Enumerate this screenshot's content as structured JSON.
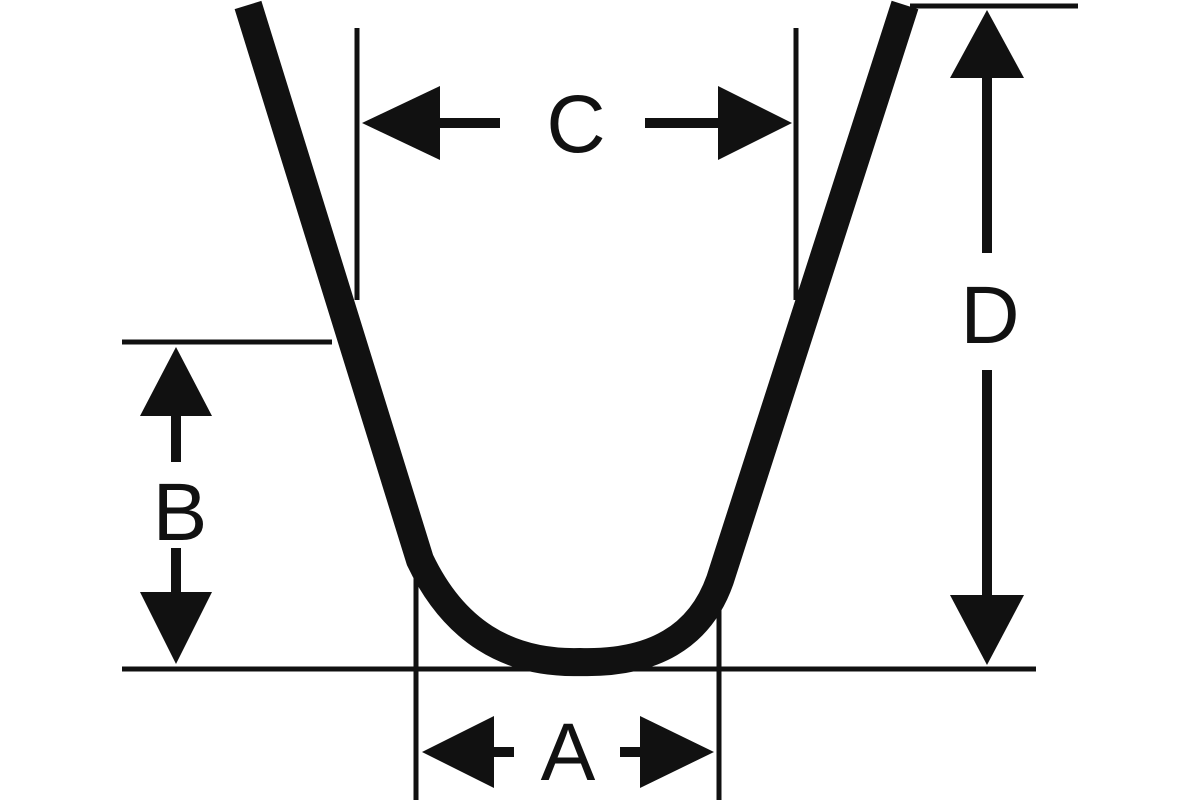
{
  "diagram": {
    "colors": {
      "background": "#ffffff",
      "ink": "#111111"
    },
    "dimensions": {
      "a": {
        "label": "A"
      },
      "b": {
        "label": "B"
      },
      "c": {
        "label": "C"
      },
      "d": {
        "label": "D"
      }
    }
  }
}
